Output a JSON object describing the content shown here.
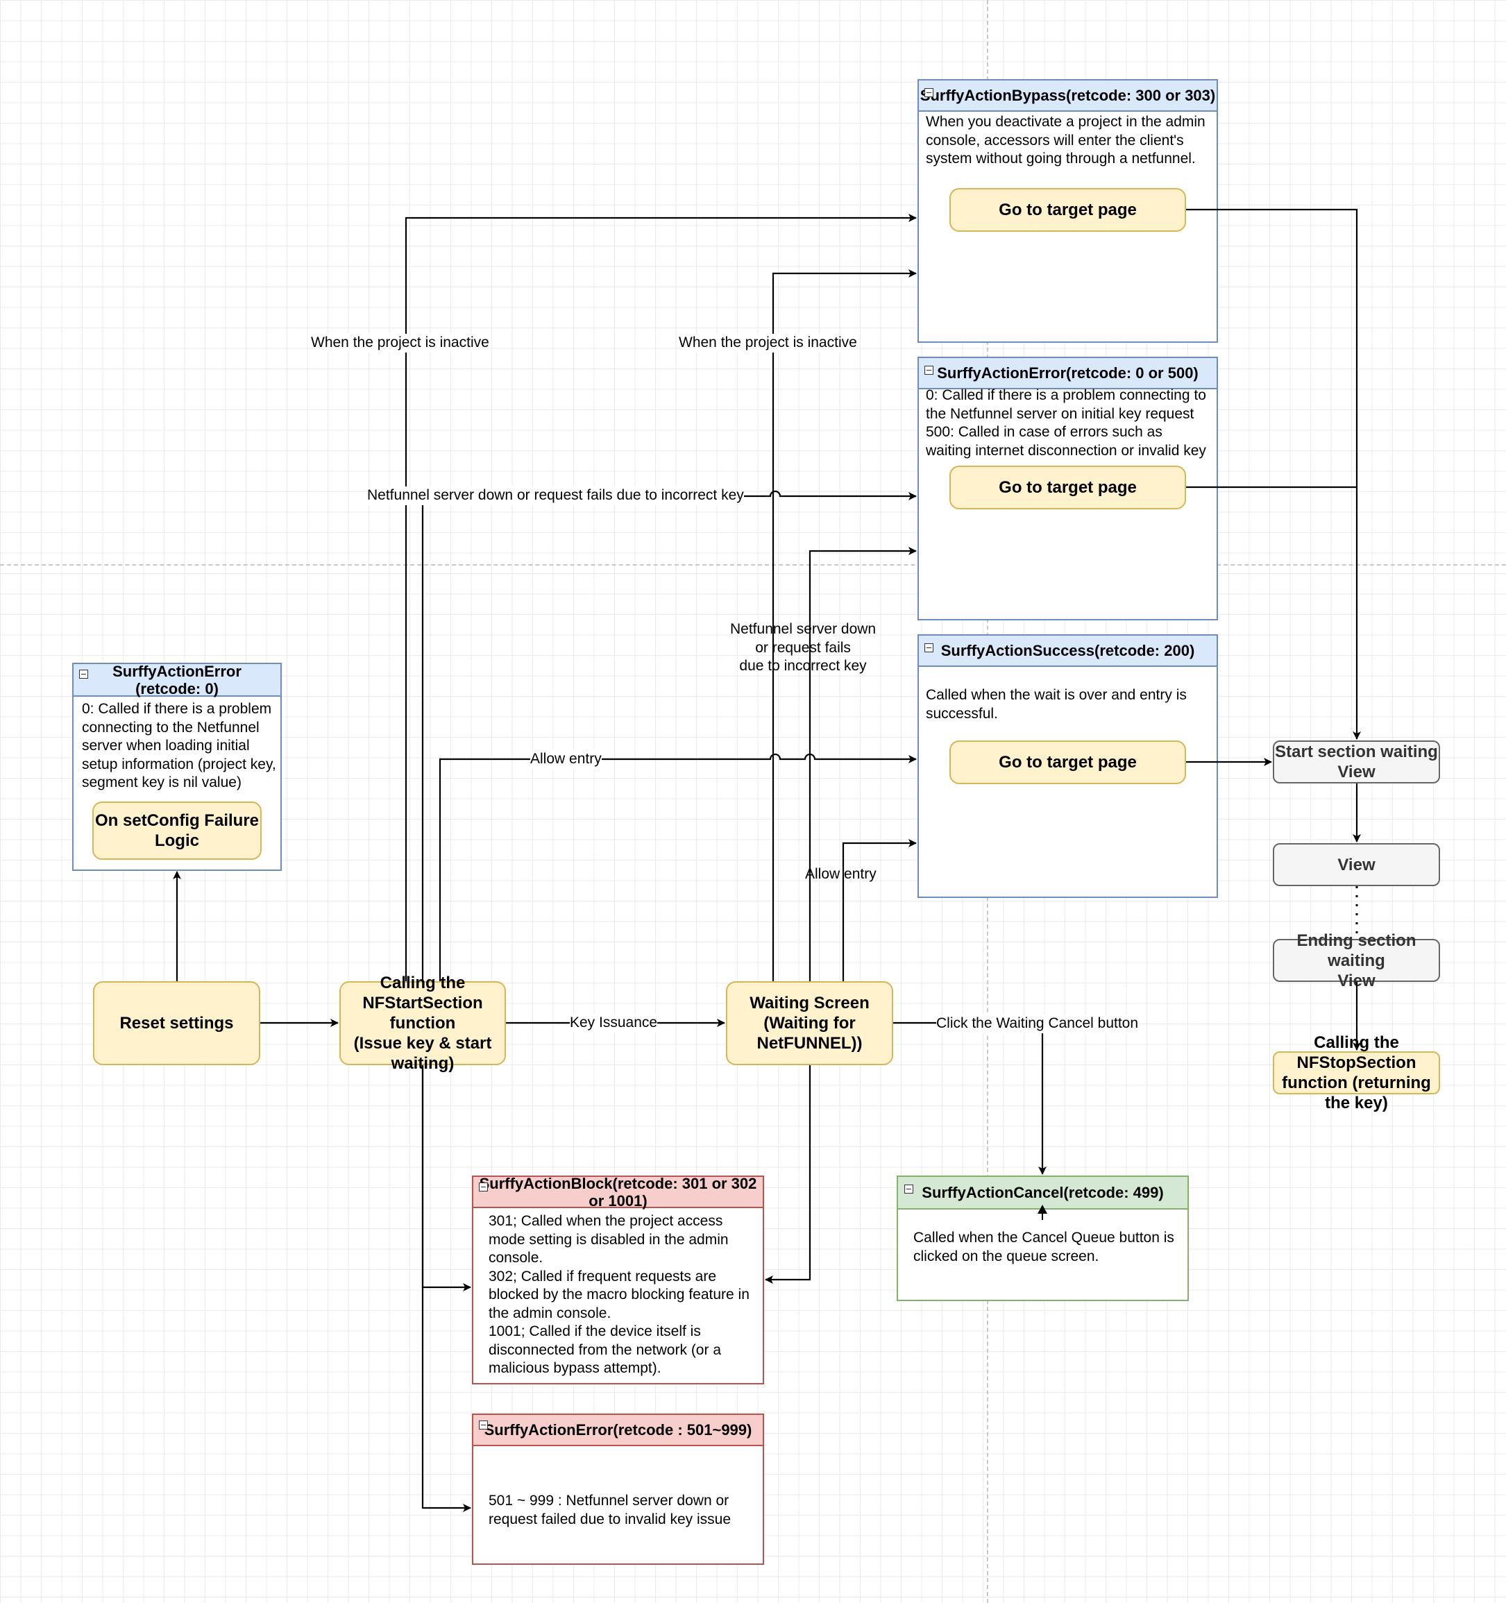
{
  "nodes": {
    "reset_settings": "Reset settings",
    "calling_start": "Calling the\nNFStartSection\nfunction\n(Issue key & start\nwaiting)",
    "waiting_screen": "Waiting Screen\n(Waiting for\nNetFUNNEL))",
    "setconfig_failure": "On setConfig Failure\nLogic",
    "go_target_bypass": "Go to target page",
    "go_target_error": "Go to target page",
    "go_target_success": "Go to target page",
    "start_section_view": "Start section waiting\nView",
    "view": "View",
    "ending_section_view": "Ending section\nwaiting\nView",
    "calling_stop": "Calling the\nNFStopSection\nfunction (returning\nthe key)"
  },
  "containers": {
    "error_init": {
      "title": "SurffyActionError\n(retcode: 0)",
      "body": "0: Called if there is a problem connecting to the Netfunnel server when loading initial setup information (project key, segment key is nil value)"
    },
    "bypass": {
      "title": "SurffyActionBypass(retcode: 300 or 303)",
      "body": "When you deactivate a project in the admin console, accessors will enter the client's system without going through a netfunnel."
    },
    "error_500": {
      "title": "SurffyActionError(retcode: 0 or 500)",
      "body": "0: Called if there is a problem connecting to the Netfunnel server on initial key request\n500: Called in case of errors such as waiting internet disconnection or invalid key"
    },
    "success": {
      "title": "SurffyActionSuccess(retcode: 200)",
      "body": "Called when the wait is over and entry is successful."
    },
    "block": {
      "title": "SurffyActionBlock(retcode: 301 or 302\nor 1001)",
      "body": "301; Called when the project access mode setting is disabled in the admin console.\n302; Called if frequent requests are blocked by the macro blocking feature in the admin console.\n1001; Called if the device itself is disconnected from the network (or a malicious bypass attempt)."
    },
    "error_range": {
      "title": "SurffyActionError(retcode : 501~999)",
      "body": "501 ~ 999 : Netfunnel server down or request failed due to invalid key issue"
    },
    "cancel": {
      "title": "SurffyActionCancel(retcode: 499)",
      "body": "Called when the Cancel Queue button is clicked on the queue screen."
    }
  },
  "edge_labels": {
    "project_inactive_1": "When the project is inactive",
    "project_inactive_2": "When the project is inactive",
    "server_down_1": "Netfunnel server down or request fails due to incorrect key",
    "server_down_2": "Netfunnel server down\nor request fails\ndue to incorrect key",
    "allow_entry_1": "Allow entry",
    "allow_entry_2": "Allow entry",
    "key_issuance": "Key Issuance",
    "click_cancel": "Click the Waiting Cancel button"
  },
  "colors": {
    "yellow_fill": "#fff2cc",
    "yellow_stroke": "#d6b656",
    "blue_fill": "#dae8fc",
    "blue_stroke": "#6c8ebf",
    "red_fill": "#f8cecc",
    "red_stroke": "#b85450",
    "green_fill": "#d5e8d4",
    "green_stroke": "#82b366",
    "gray_fill": "#f5f5f5",
    "gray_stroke": "#666666"
  }
}
